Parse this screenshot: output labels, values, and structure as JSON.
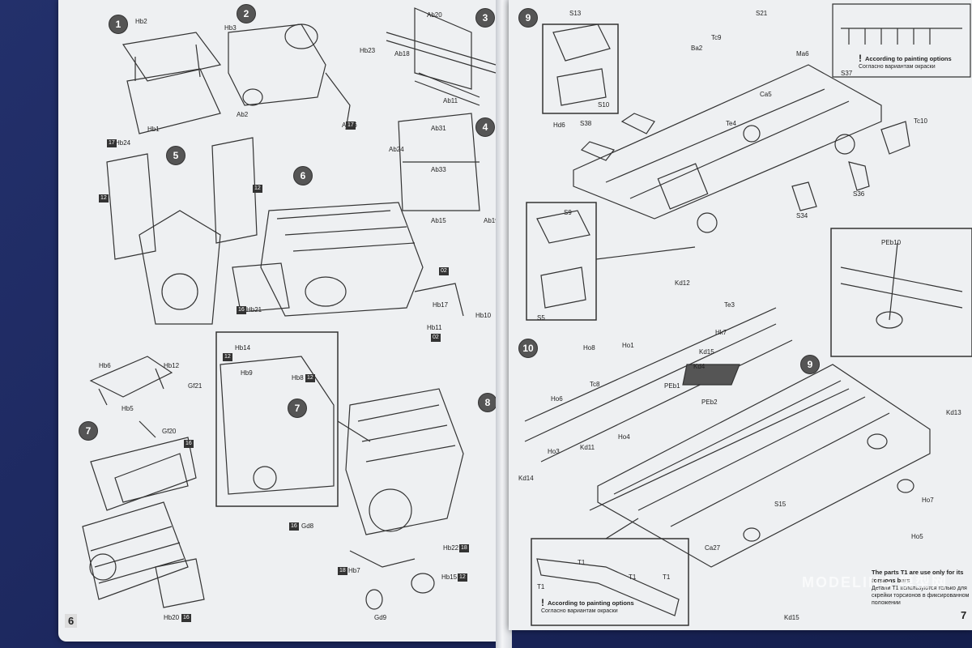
{
  "left_page": {
    "page_number": "6",
    "steps": [
      "1",
      "2",
      "3",
      "4",
      "5",
      "6",
      "7",
      "7",
      "8"
    ],
    "parts": [
      "Hb2",
      "Hb3",
      "Hb23",
      "Hb24",
      "Hb1",
      "Ab2",
      "Ab36",
      "Ab20",
      "Ab18",
      "Ab11",
      "Ab31",
      "Ab24",
      "Ab33",
      "Ab15",
      "Ab19",
      "Hb21",
      "Hb17",
      "Hb10",
      "Hb11",
      "Hb14",
      "Hb9",
      "Hb8",
      "Gd8",
      "Hb7",
      "Hb22",
      "Hb15",
      "Gd9",
      "Hb6",
      "Hb12",
      "Hb5",
      "Gf21",
      "Gf20",
      "Hb20"
    ],
    "tags": [
      "17",
      "16",
      "12",
      "02",
      "18"
    ]
  },
  "right_page": {
    "page_number": "7",
    "steps": [
      "9",
      "10",
      "9"
    ],
    "parts": [
      "S13",
      "S10",
      "S21",
      "Tc9",
      "Ba2",
      "Mа6",
      "S37",
      "Hd6",
      "S38",
      "Ca5",
      "Te4",
      "Tc10",
      "S36",
      "S34",
      "S9",
      "S5",
      "PEb10",
      "Kd12",
      "Te3",
      "Ho8",
      "Hk7",
      "Kd15",
      "Kd13",
      "Tc8",
      "Ho6",
      "Kd4",
      "PEb1",
      "PEb2",
      "Ho1",
      "Kd11",
      "Ho4",
      "Ho3",
      "Kd14",
      "S15",
      "Ca27",
      "Ho7",
      "Ho5",
      "T1"
    ],
    "painting_note_title": "According to painting options",
    "painting_note_ru": "Согласно вариантам окраски",
    "torsion_note_title": "The parts T1 are use only for its torsions bars",
    "torsion_note_ru": "Детали Т1 используются только для скрейки торсионов в фиксированном положении"
  },
  "watermark": "MODELING 模型网"
}
